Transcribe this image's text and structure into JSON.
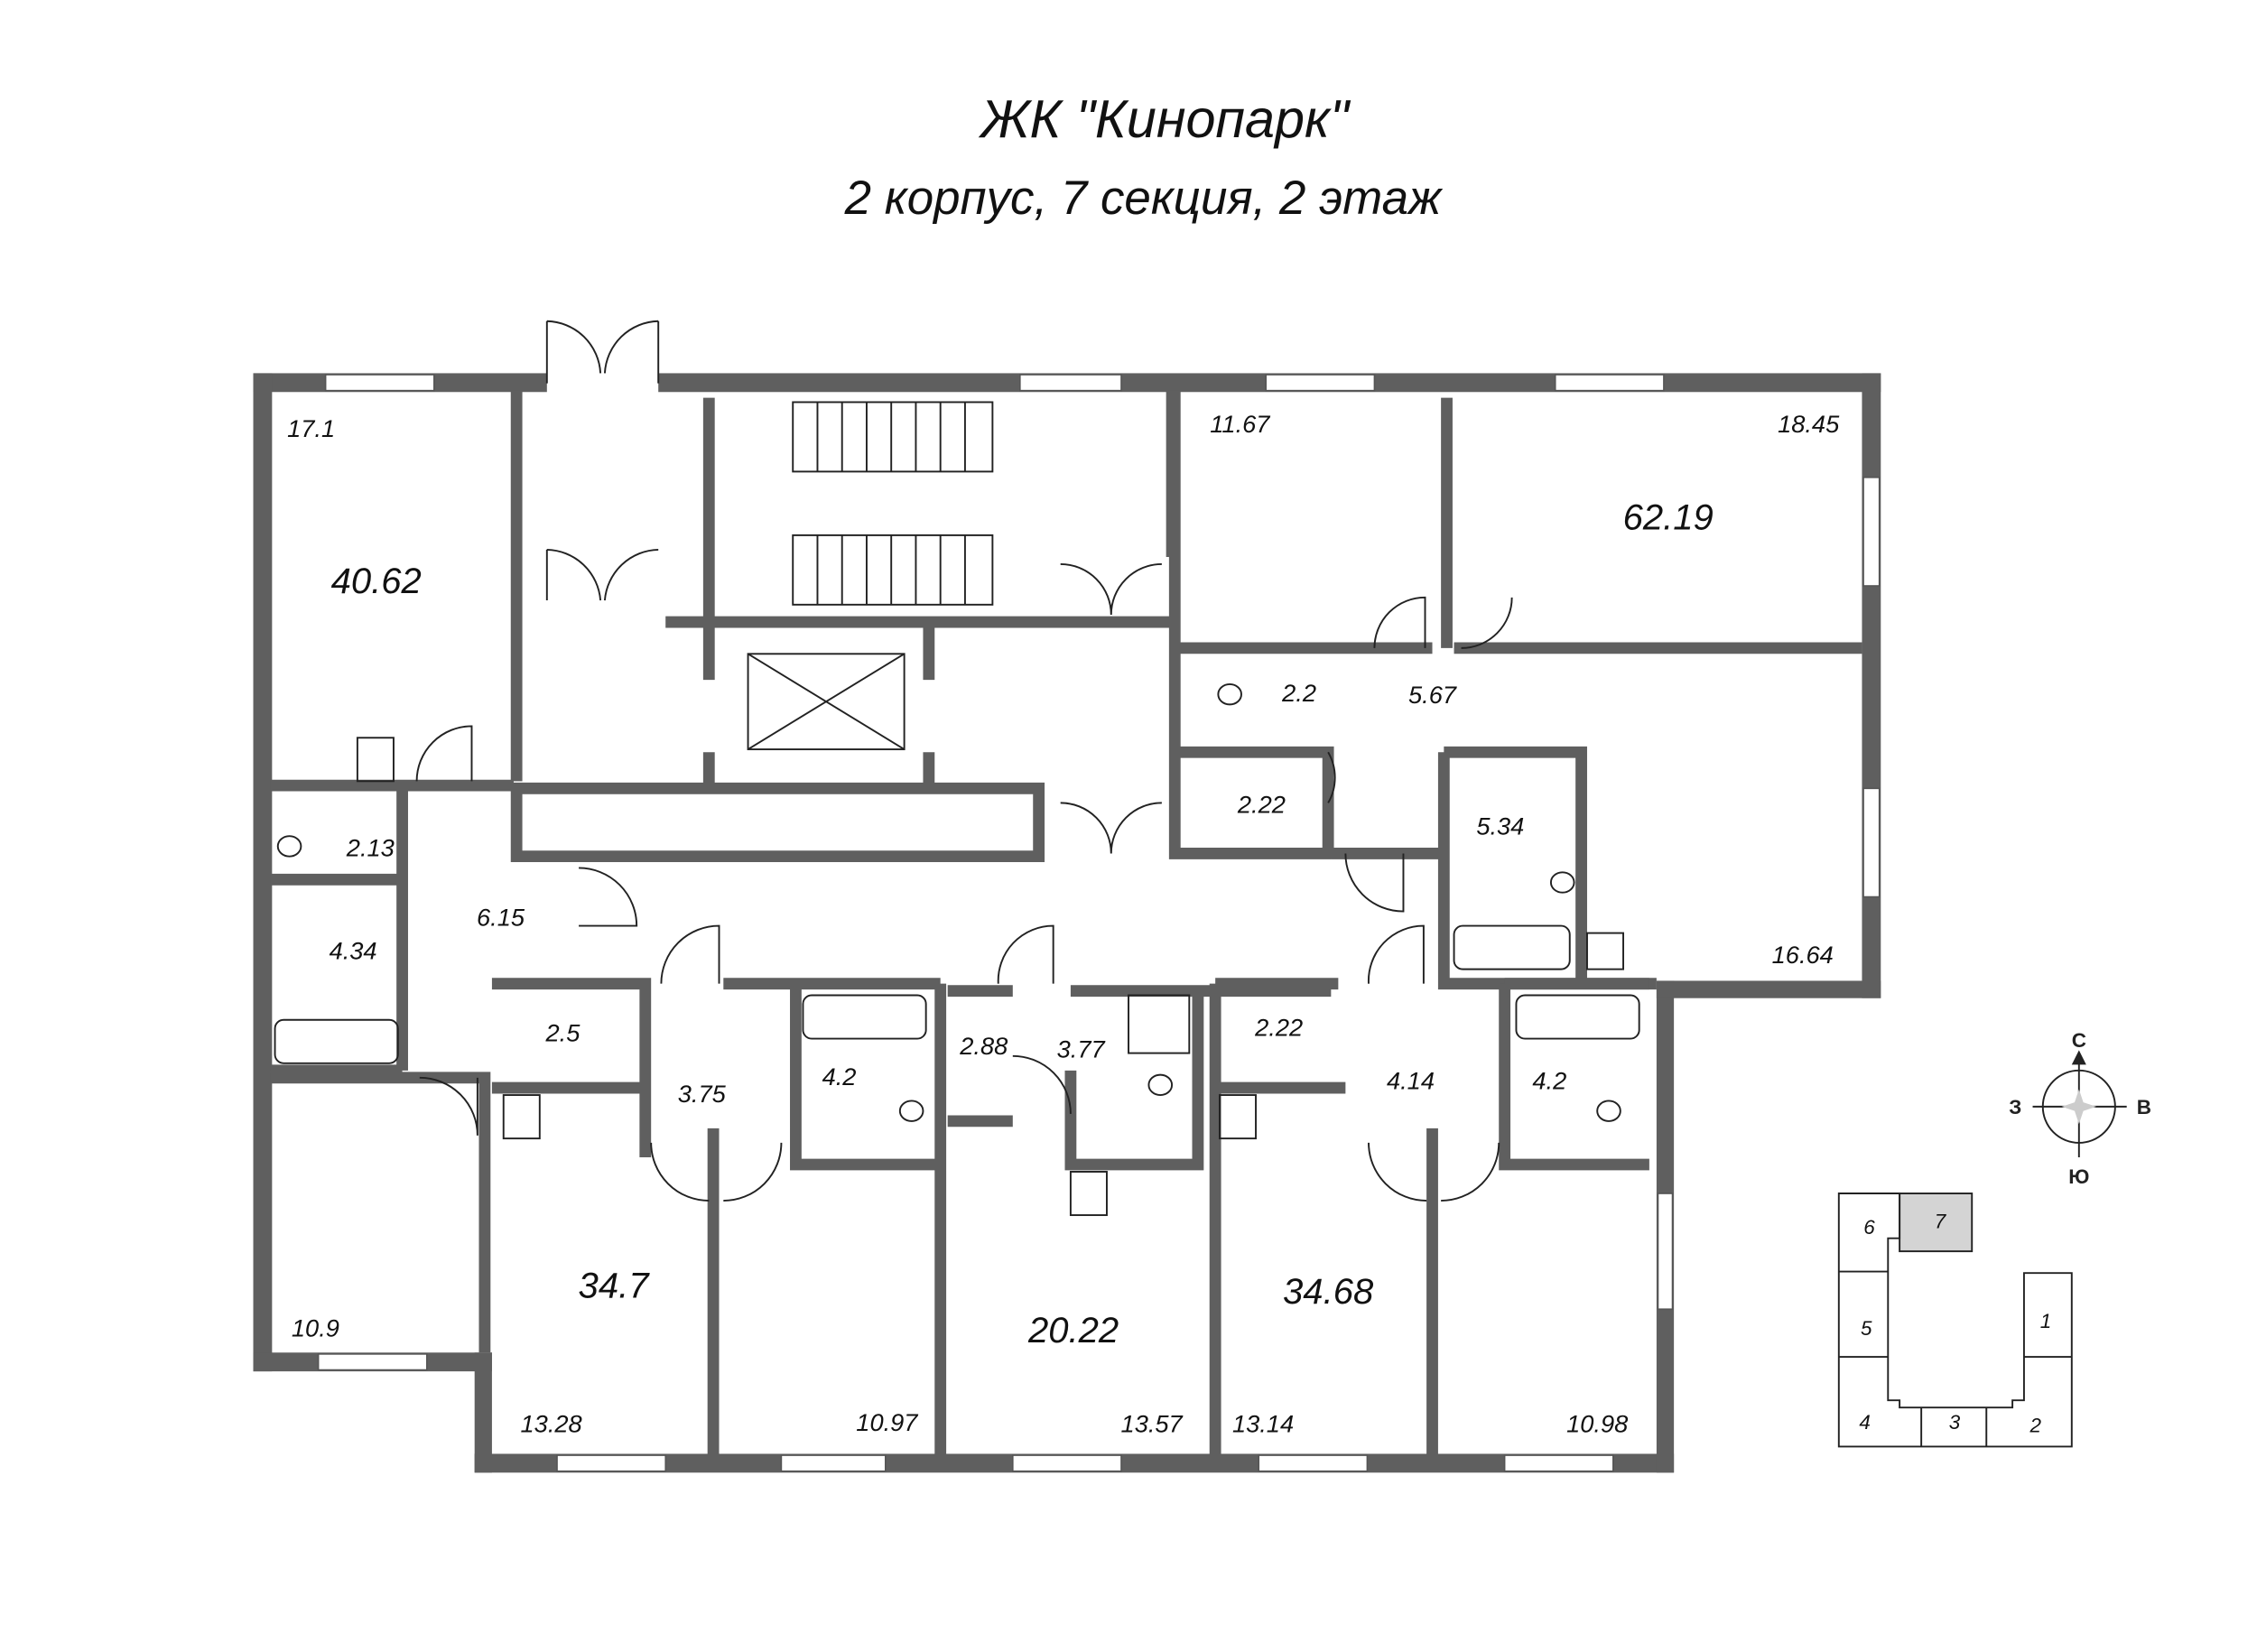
{
  "header": {
    "title": "ЖК \"Кинопарк\"",
    "subtitle": "2 корпус, 7 секция, 2 этаж"
  },
  "apartments": [
    {
      "total": "40.62",
      "rooms": [
        "17.1",
        "10.9",
        "2.13",
        "4.34",
        "6.15"
      ]
    },
    {
      "total": "62.19",
      "rooms": [
        "11.67",
        "18.45",
        "16.64",
        "2.2",
        "2.22",
        "5.67",
        "5.34"
      ]
    },
    {
      "total": "34.7",
      "rooms": [
        "13.28",
        "10.97",
        "2.5",
        "3.75",
        "4.2"
      ]
    },
    {
      "total": "20.22",
      "rooms": [
        "13.57",
        "2.88",
        "3.77"
      ]
    },
    {
      "total": "34.68",
      "rooms": [
        "13.14",
        "10.98",
        "2.22",
        "4.14",
        "4.2"
      ]
    }
  ],
  "compass": {
    "north": "С",
    "west": "З",
    "east": "В",
    "south": "Ю"
  },
  "key_plan": {
    "sections": [
      "1",
      "2",
      "3",
      "4",
      "5",
      "6",
      "7"
    ],
    "highlighted": "7",
    "highlight_color": "#d4d4d4"
  }
}
